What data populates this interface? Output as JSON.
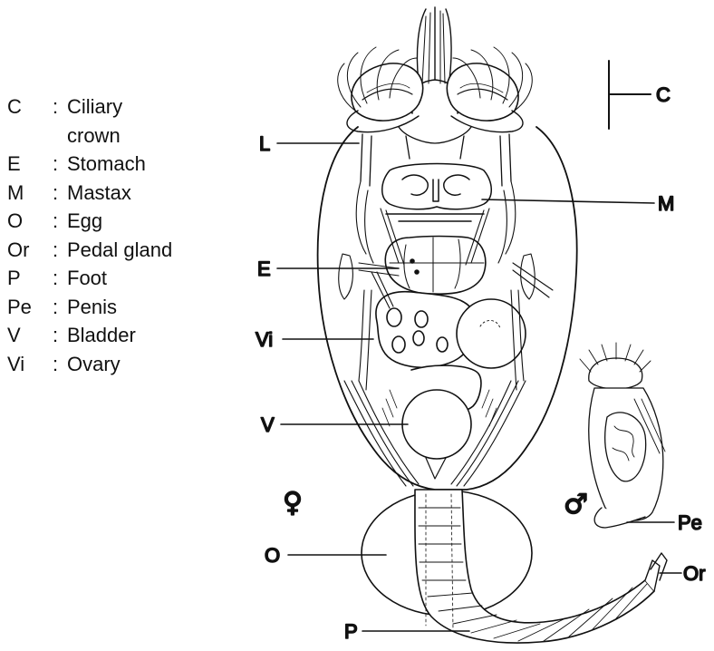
{
  "legend": [
    {
      "code": "C",
      "desc": "Ciliary\ncrown"
    },
    {
      "code": "E",
      "desc": "Stomach"
    },
    {
      "code": "M",
      "desc": "Mastax"
    },
    {
      "code": "O",
      "desc": "Egg"
    },
    {
      "code": "Or",
      "desc": "Pedal gland"
    },
    {
      "code": "P",
      "desc": "Foot"
    },
    {
      "code": "Pe",
      "desc": "Penis"
    },
    {
      "code": "V",
      "desc": "Bladder"
    },
    {
      "code": "Vi",
      "desc": "Ovary"
    }
  ],
  "legend_separator": ":",
  "labels": {
    "C": "C",
    "L": "L",
    "M": "M",
    "E": "E",
    "Vi": "Vi",
    "V": "V",
    "O": "O",
    "P": "P",
    "Pe": "Pe",
    "Or": "Or"
  },
  "symbols": {
    "female": "♀",
    "male": "♂"
  }
}
